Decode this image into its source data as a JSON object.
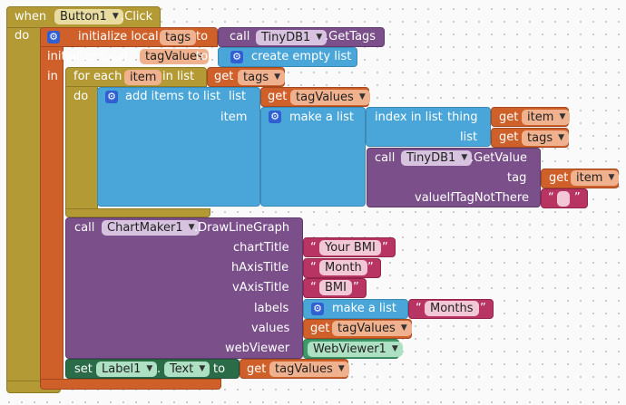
{
  "event": {
    "when": "when",
    "component": "Button1",
    "event_name": ".Click",
    "do": "do"
  },
  "init_tags": {
    "label": "initialize local",
    "var": "tags",
    "to": "to"
  },
  "get_tags_call": {
    "call": "call",
    "component": "TinyDB1",
    "method": ".GetTags"
  },
  "init_tagvalues": {
    "label": "initialize local",
    "var": "tagValues",
    "to": "to"
  },
  "create_empty_list": {
    "label": "create empty list"
  },
  "in_label": "in",
  "foreach": {
    "label": "for each",
    "var": "item",
    "in_list": "in list",
    "do": "do"
  },
  "get_tags_foreach": {
    "get": "get",
    "var": "tags"
  },
  "add_items": {
    "label": "add items to list",
    "list": "list",
    "item": "item"
  },
  "get_tagvalues_1": {
    "get": "get",
    "var": "tagValues"
  },
  "make_list_1": {
    "label": "make a list"
  },
  "index_in_list": {
    "label": "index in list",
    "thing": "thing",
    "list": "list"
  },
  "get_item_1": {
    "get": "get",
    "var": "item"
  },
  "get_tags_2": {
    "get": "get",
    "var": "tags"
  },
  "get_value_call": {
    "call": "call",
    "component": "TinyDB1",
    "method": ".GetValue",
    "tag": "tag",
    "value_if": "valueIfTagNotThere"
  },
  "get_item_2": {
    "get": "get",
    "var": "item"
  },
  "chart_call": {
    "call": "call",
    "component": "ChartMaker1",
    "method": ".DrawLineGraph",
    "chart_title": "chartTitle",
    "h_axis_title": "hAxisTitle",
    "v_axis_title": "vAxisTitle",
    "labels": "labels",
    "values": "values",
    "web_viewer": "webViewer"
  },
  "text_your_bmi": "Your BMI",
  "text_month": "Month",
  "text_bmi": "BMI",
  "make_list_2": {
    "label": "make a list"
  },
  "text_months": "Months",
  "get_tagvalues_2": {
    "get": "get",
    "var": "tagValues"
  },
  "webviewer": "WebViewer1",
  "set_label": {
    "set": "set",
    "component": "Label1",
    "dot": ".",
    "prop": "Text",
    "to": "to"
  },
  "get_tagvalues_3": {
    "get": "get",
    "var": "tagValues"
  },
  "colors": {
    "control": "#b49a35",
    "variable": "#d0602a",
    "component": "#7a4f8a",
    "list": "#4aa6d8",
    "text": "#b83463"
  }
}
